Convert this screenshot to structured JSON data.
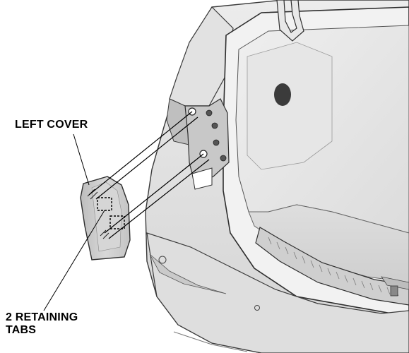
{
  "labels": {
    "left_cover": "LEFT COVER",
    "retaining_tabs_line1": "2 RETAINING",
    "retaining_tabs_line2": "TABS"
  }
}
